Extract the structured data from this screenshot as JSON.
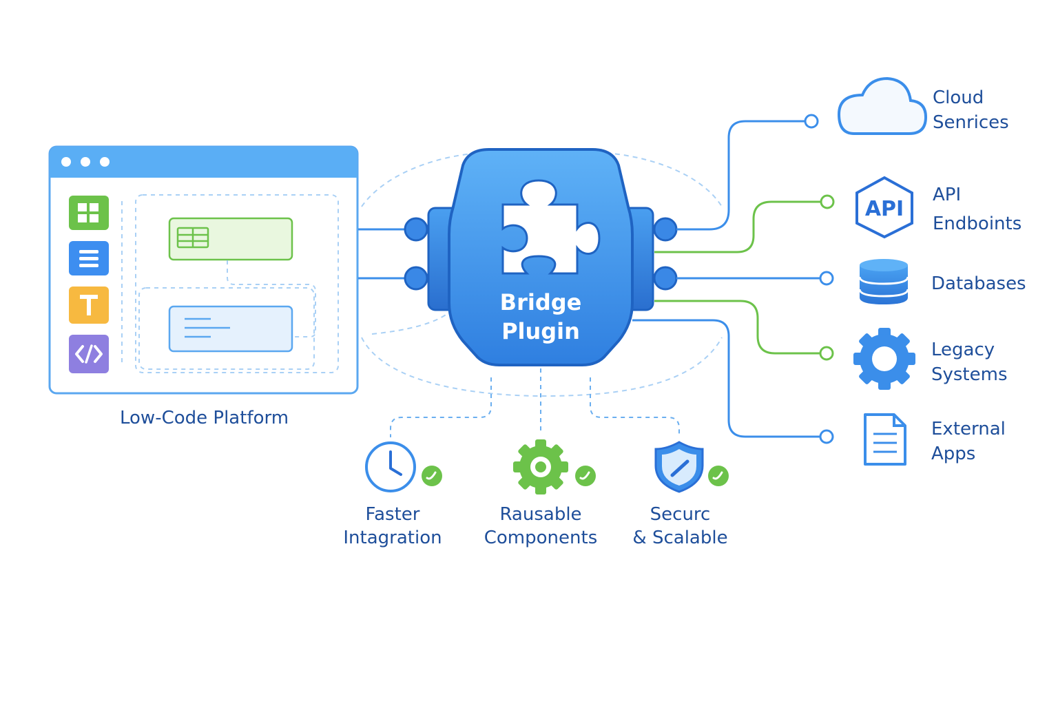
{
  "platform": {
    "label": "Low-Code Platform",
    "toolbox_icons": [
      "grid-icon",
      "list-icon",
      "text-icon",
      "code-icon"
    ],
    "toolbox_colors": [
      "#6cc24a",
      "#3d8ef0",
      "#f7b940",
      "#8e7fe0"
    ]
  },
  "plugin": {
    "title_line1": "Bridge",
    "title_line2": "Plugin",
    "icon": "puzzle-piece-icon",
    "color": "#3b8eea"
  },
  "services": [
    {
      "icon": "cloud-icon",
      "line1": "Cloud",
      "line2": "Senrices",
      "connector_color": "#3b8eea"
    },
    {
      "icon": "api-icon",
      "line1": "API",
      "line2": "Endboints",
      "connector_color": "#6cc24a"
    },
    {
      "icon": "database-icon",
      "line1": "Databases",
      "line2": "",
      "connector_color": "#3b8eea"
    },
    {
      "icon": "gear-icon",
      "line1": "Legacy",
      "line2": "Systems",
      "connector_color": "#6cc24a"
    },
    {
      "icon": "document-icon",
      "line1": "External",
      "line2": "Apps",
      "connector_color": "#3b8eea"
    }
  ],
  "benefits": [
    {
      "icon": "clock-icon",
      "line1": "Faster",
      "line2": "Intagration"
    },
    {
      "icon": "gear-icon",
      "line1": "Rausable",
      "line2": "Components"
    },
    {
      "icon": "shield-icon",
      "line1": "Securc",
      "line2": "& Scalable"
    }
  ],
  "colors": {
    "primary_blue": "#3b8eea",
    "light_blue": "#9cc9f5",
    "green": "#6cc24a",
    "text": "#1e4e9a"
  }
}
